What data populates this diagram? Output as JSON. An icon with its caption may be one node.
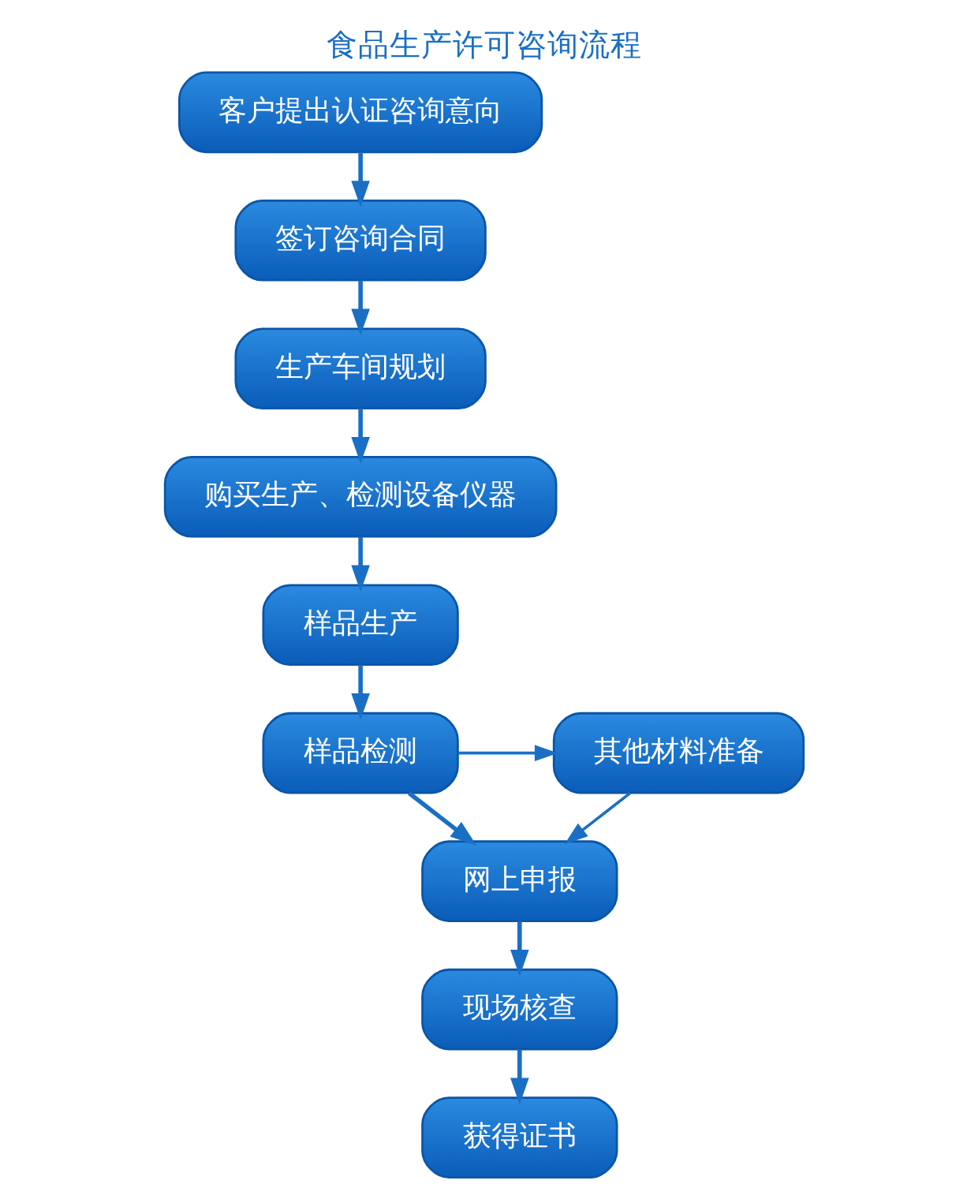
{
  "diagram": {
    "title": "食品生产许可咨询流程",
    "nodes": [
      {
        "text": [
          "客户提出认证咨询意向"
        ]
      },
      {
        "text": [
          "签订咨询合同"
        ]
      },
      {
        "text": [
          "生产车间规划"
        ]
      },
      {
        "text": [
          "购买生产、检测设备仪器"
        ]
      },
      {
        "text": [
          "样品生产"
        ]
      },
      {
        "text": [
          "其他材料准备"
        ]
      },
      {
        "text": [
          "样品检测"
        ]
      },
      {
        "text": [
          "网上申报"
        ]
      },
      {
        "text": [
          "现场核查"
        ]
      },
      {
        "text": [
          "获得证书"
        ]
      }
    ],
    "edges": [
      {
        "from": 0,
        "to": 1,
        "arrow": "to"
      },
      {
        "from": 1,
        "to": 2,
        "arrow": "to"
      },
      {
        "from": 2,
        "to": 3,
        "arrow": "to"
      },
      {
        "from": 3,
        "to": 4,
        "arrow": "to"
      },
      {
        "from": 4,
        "to": 6,
        "arrow": "to"
      },
      {
        "from": 6,
        "to": 5,
        "arrow": "to"
      },
      {
        "from": 5,
        "to": 7,
        "arrow": "to"
      },
      {
        "from": 6,
        "to": 7,
        "arrow": "to"
      },
      {
        "from": 7,
        "to": 8,
        "arrow": "to"
      },
      {
        "from": 8,
        "to": 9,
        "arrow": "to"
      }
    ]
  }
}
